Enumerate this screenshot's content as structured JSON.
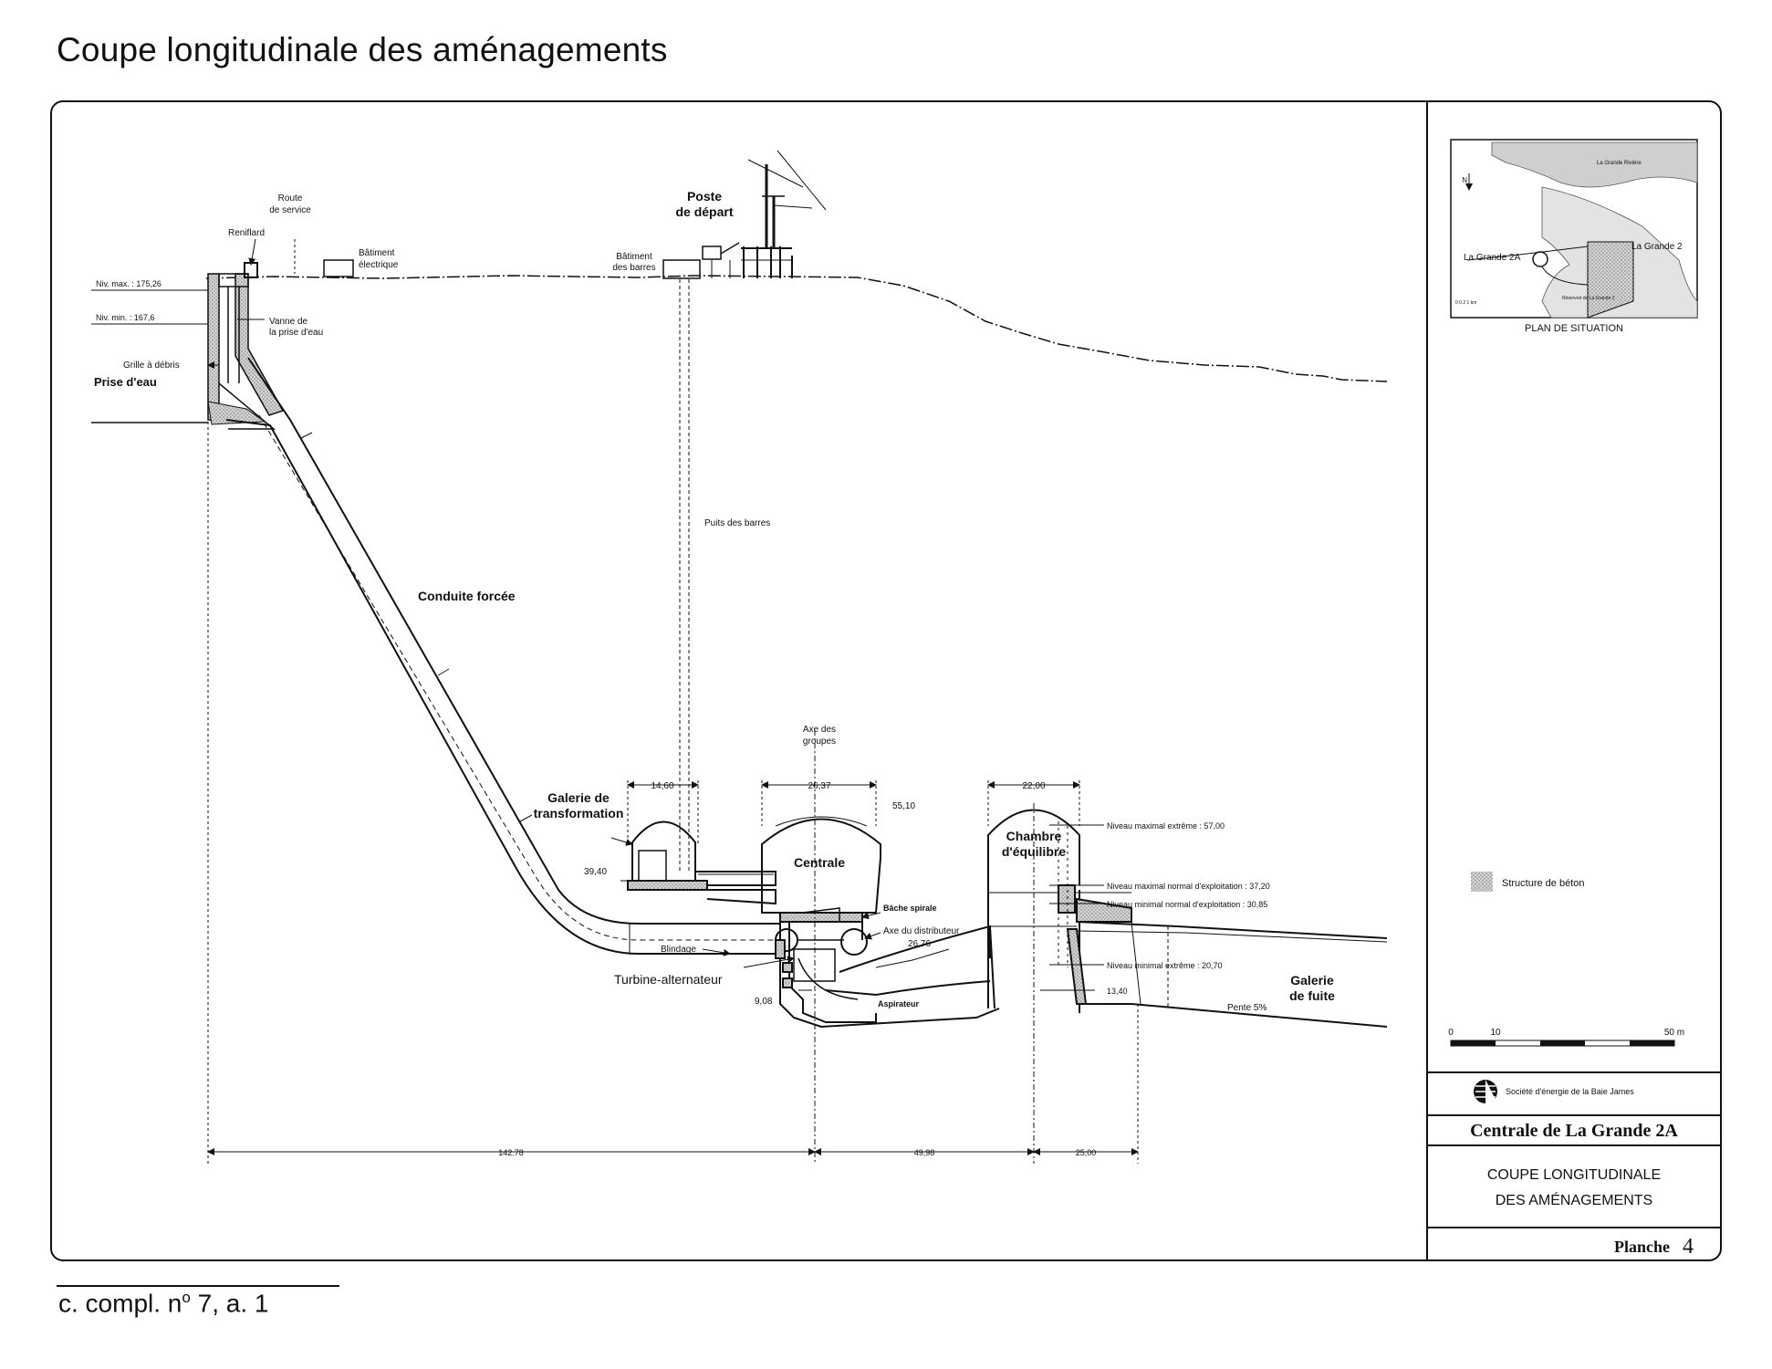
{
  "page": {
    "title": "Coupe longitudinale des aménagements",
    "footer_ref_prefix": "c. compl. n",
    "footer_ref_sup": "o",
    "footer_ref_suffix": " 7, a. 1"
  },
  "diagram": {
    "labels": {
      "route_service_1": "Route",
      "route_service_2": "de service",
      "reniflard": "Reniflard",
      "batiment_electrique_1": "Bâtiment",
      "batiment_electrique_2": "électrique",
      "niv_max": "Niv. max. : 175,26",
      "niv_min": "Niv. min. : 167,6",
      "vanne_1": "Vanne de",
      "vanne_2": "la prise d'eau",
      "grille": "Grille à débris",
      "prise_eau": "Prise d'eau",
      "poste_depart_1": "Poste",
      "poste_depart_2": "de départ",
      "batiment_barres_1": "Bâtiment",
      "batiment_barres_2": "des barres",
      "puits_barres": "Puits des barres",
      "conduite_forcee": "Conduite forcée",
      "axe_groupes_1": "Axe des",
      "axe_groupes_2": "groupes",
      "galerie_transfo_1": "Galerie de",
      "galerie_transfo_2": "transformation",
      "dim_1460": "14,60",
      "dim_2637": "26,37",
      "dim_2200": "22,00",
      "dim_5510": "55,10",
      "dim_3940": "39,40",
      "centrale": "Centrale",
      "chambre_1": "Chambre",
      "chambre_2": "d'équilibre",
      "niveau_max_extreme": "Niveau maximal extrême : 57,00",
      "niveau_max_normal": "Niveau maximal normal d'exploitation : 37,20",
      "niveau_min_normal": "Niveau minimal normal d'exploitation : 30,85",
      "niveau_min_extreme": "Niveau minimal extrême : 20,70",
      "bache_spirale": "Bâche spirale",
      "axe_distributeur_1": "Axe du distributeur",
      "axe_distributeur_2": "26,76",
      "blindage": "Blindage",
      "turbine": "Turbine-alternateur",
      "dim_908": "9,08",
      "aspirateur": "Aspirateur",
      "dim_1340": "13,40",
      "galerie_fuite_1": "Galerie",
      "galerie_fuite_2": "de fuite",
      "pente": "Pente 5%",
      "dim_14278": "142.78",
      "dim_4998": "49,98",
      "dim_2500": "25,00"
    }
  },
  "cartouche": {
    "map_labels": {
      "la_grande_riviere": "La Grande Rivière",
      "la_grande_2a": "La Grande 2A",
      "la_grande_2": "La Grande 2",
      "north": "N",
      "scale": "0  0.2    1 km",
      "reservoir": "Réservoir de La Grande 2"
    },
    "plan_situation": "PLAN DE SITUATION",
    "legend_label": "Structure de béton",
    "scale_0": "0",
    "scale_10": "10",
    "scale_50": "50 m",
    "company": "Société d'énergie de la Baie James",
    "station": "Centrale de La Grande 2A",
    "drawing_title_1": "COUPE LONGITUDINALE",
    "drawing_title_2": "DES AMÉNAGEMENTS",
    "planche_label": "Planche",
    "planche_number": "4"
  },
  "colors": {
    "ink": "#111111",
    "concrete": "#bdbdbd",
    "map_water": "#cfcfcf",
    "paper": "#ffffff"
  }
}
